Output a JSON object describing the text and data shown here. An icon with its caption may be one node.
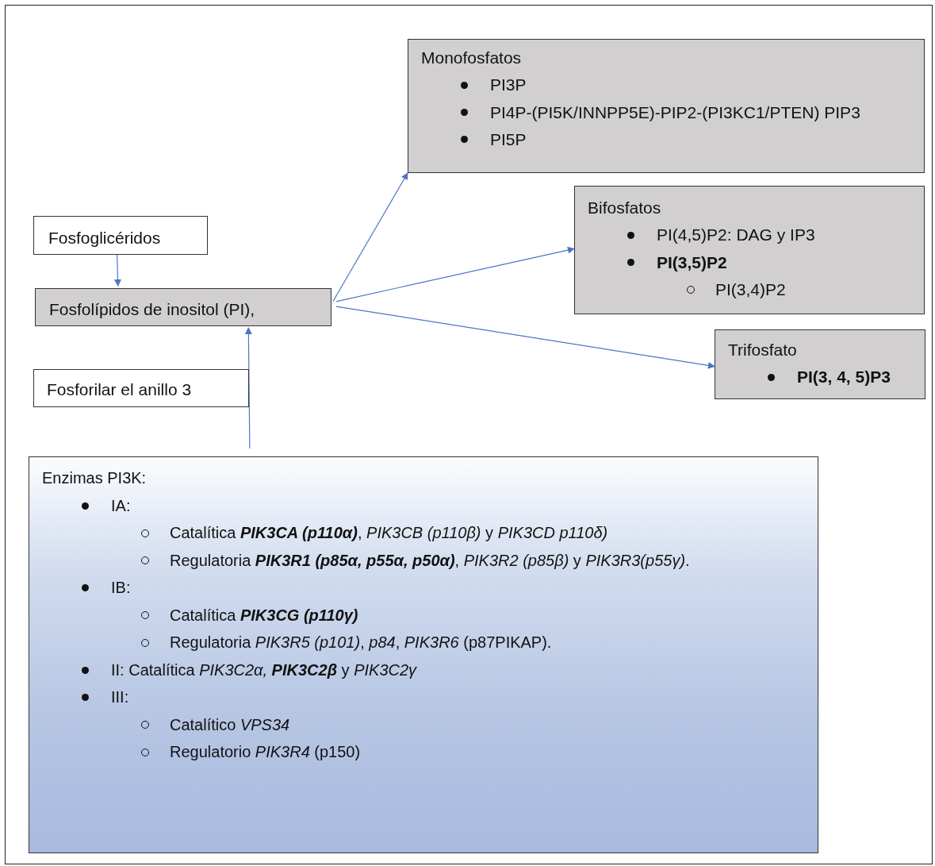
{
  "diagram": {
    "nodes": [
      {
        "text": [
          "Fosfoglicéridos"
        ]
      },
      {
        "text": [
          "Fosfolípidos de inositol (PI),"
        ]
      },
      {
        "text": [
          "Monofosfatos",
          "PI3P",
          "PI4P-(PI5K/INNPP5E)-PIP2-(PI3KC1/PTEN) PIP3",
          "PI5P"
        ]
      },
      {
        "text": [
          "Bifosfatos",
          "PI(4,5)P2: DAG y IP3",
          "PI(3,5)P2",
          "PI(3,4)P2"
        ]
      },
      {
        "text": [
          "Trifosfato",
          "PI(3, 4, 5)P3"
        ]
      },
      {
        "text": [
          "Fosforilar el anillo 3"
        ]
      },
      {
        "text": [
          "Enzimas PI3K:",
          "IA:",
          "Catalítica **PIK3CA (p110α)**, *PIK3CB (p110β)* y *PIK3CD p110δ)*",
          "Regulatoria **PIK3R1 (p85α, p55α, p50α)**, *PIK3R2 (p85β)* y *PIK3R3(p55γ)*.",
          "IB:",
          "Catalítica **PIK3CG (p110γ)**",
          "Regulatoria *PIK3R5 (p101)*, *p84*, *PIK3R6* (p87PIKAP).",
          "II: Catalítica *PIK3C2α,* **PIK3C2β** y *PIK3C2γ*",
          "III:",
          "Catalítico *VPS34*",
          "Regulatorio *PIK3R4* (p150)"
        ]
      }
    ],
    "edges": [
      {
        "from": 0,
        "to": 1,
        "arrow": "to"
      },
      {
        "from": 1,
        "to": 2,
        "arrow": "to"
      },
      {
        "from": 1,
        "to": 3,
        "arrow": "to"
      },
      {
        "from": 1,
        "to": 4,
        "arrow": "to"
      },
      {
        "from": 6,
        "to": 1,
        "arrow": "to"
      }
    ]
  }
}
